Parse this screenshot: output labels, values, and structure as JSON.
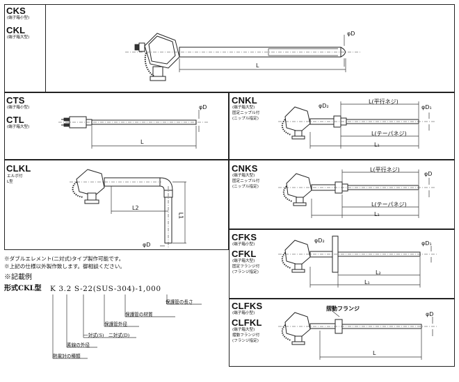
{
  "panels": {
    "cks": {
      "codes": [
        "CKS",
        "CKL"
      ],
      "subs": [
        "(端子箱小型)",
        "(端子箱大型)"
      ],
      "dims": [
        "φD",
        "L"
      ]
    },
    "cts": {
      "codes": [
        "CTS",
        "CTL"
      ],
      "subs": [
        "(端子箱小型)",
        "(端子箱大型)"
      ],
      "dims": [
        "φD",
        "L"
      ]
    },
    "clkl": {
      "code": "CLKL",
      "subs": [
        "エルボ付",
        "L型"
      ],
      "dims": [
        "L2",
        "L1",
        "φD"
      ]
    },
    "cnkl": {
      "code": "CNKL",
      "subs": [
        "(端子箱大型)",
        "固定ニップル付",
        "(ニップル指定)"
      ],
      "dims": [
        "φD₂",
        "L(平行ネジ)",
        "φD₁",
        "L(テーパネジ)",
        "L₁"
      ]
    },
    "cnks": {
      "code": "CNKS",
      "subs": [
        "(端子箱大型)",
        "固定ニップル付",
        "(ニップル指定)"
      ],
      "dims": [
        "L(平行ネジ)",
        "φD",
        "L(テーパネジ)",
        "L₁"
      ]
    },
    "cfks": {
      "codes": [
        "CFKS",
        "CFKL"
      ],
      "subs": [
        "(端子箱小型)",
        "(端子箱大型)",
        "固定フランジ付",
        "(フランジ指定)"
      ],
      "dims": [
        "φD₂",
        "φD₁",
        "L₂",
        "L₁"
      ]
    },
    "clfks": {
      "codes": [
        "CLFKS",
        "CLFKL"
      ],
      "subs": [
        "(端子箱小型)",
        "(端子箱大型)",
        "摺動フランジ付",
        "(フランジ指定)"
      ],
      "dims": [
        "摺動フランジ",
        "φD",
        "L"
      ]
    }
  },
  "notes": [
    "※ダブルエレメント(二対式)タイプ製作可能です。",
    "※上記の仕様以外製作致します。御相談ください。"
  ],
  "example": {
    "heading": "※記載例",
    "model_label": "形式CKL型",
    "model_code": "K 3.2 S-22(SUS-304)-1,000",
    "callouts": [
      "保護管の長さ",
      "保護管の材質",
      "保護管外径",
      "一対式(S)　二対式(D)",
      "素線の外径",
      "熱電対の種類"
    ]
  }
}
